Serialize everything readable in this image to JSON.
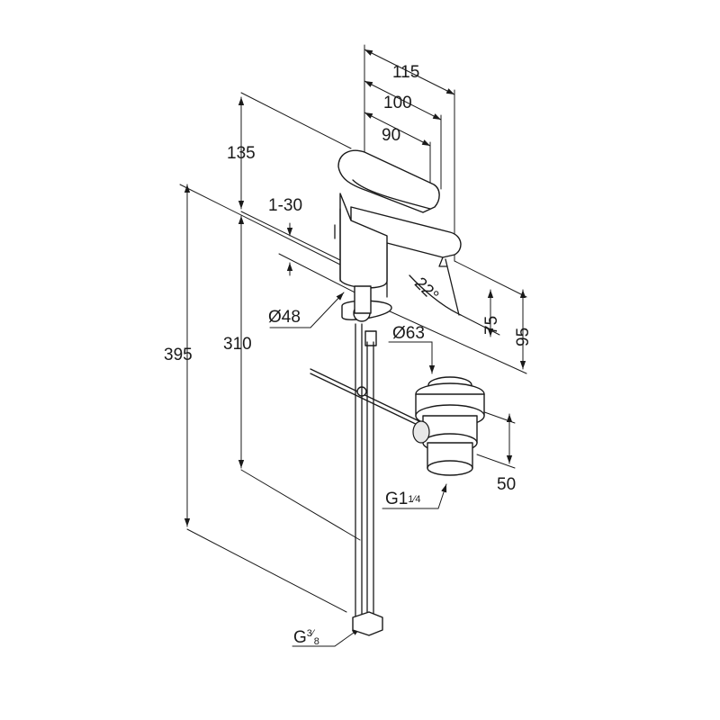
{
  "dimensions": {
    "d115": "115",
    "d100": "100",
    "d90": "90",
    "d135": "135",
    "d1_30": "1-30",
    "d395": "395",
    "d310": "310",
    "d48": "Ø48",
    "d63": "Ø63",
    "d22": "22°",
    "d75": "75",
    "d95": "95",
    "d50": "50",
    "thread_waste_prefix": "G1",
    "thread_waste_frac": "1⁄4",
    "thread_supply_prefix": "G",
    "thread_supply_num": "3",
    "thread_supply_den": "8"
  },
  "colors": {
    "line": "#1a1a1a",
    "background": "#ffffff"
  }
}
